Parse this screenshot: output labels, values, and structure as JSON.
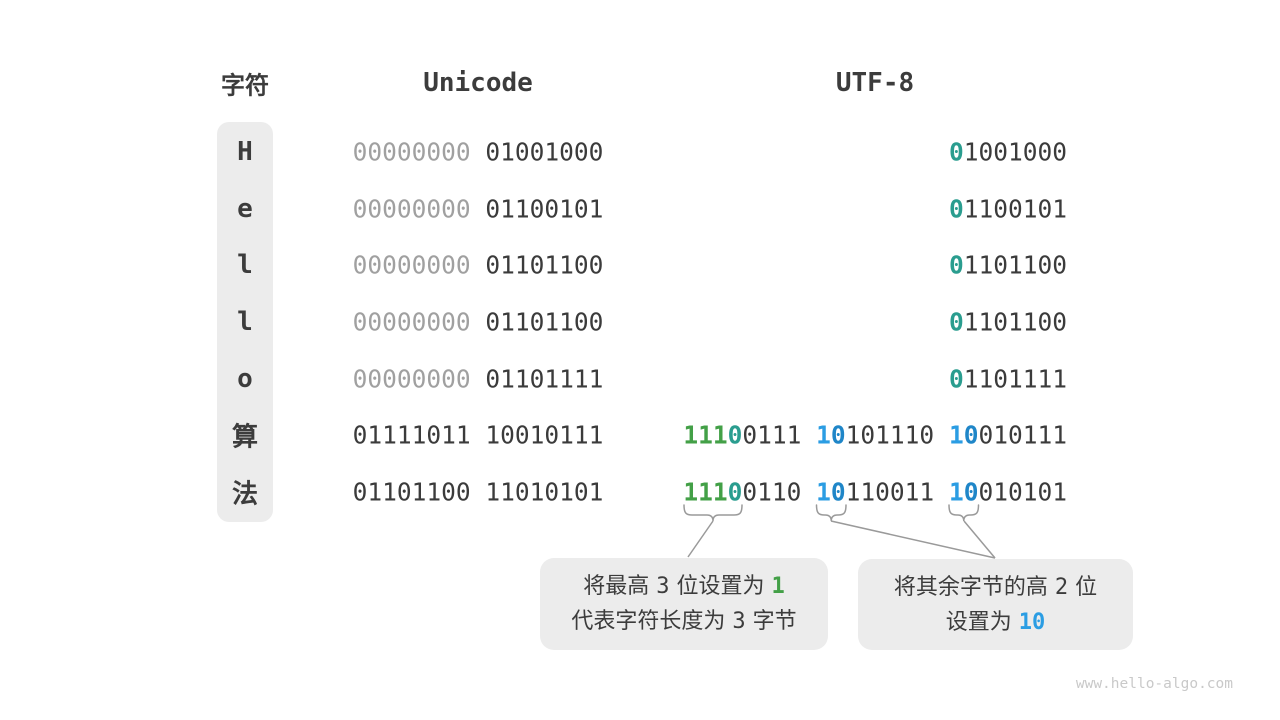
{
  "header": {
    "char": "字符",
    "unicode": "Unicode",
    "utf8": "UTF-8"
  },
  "colors": {
    "dark": "#3b3b3b",
    "gray": "#a0a0a0",
    "green": "#43a047",
    "teal": "#2a9d8f",
    "blue": "#2b9de3",
    "blueDeep": "#1f86c8",
    "text": "#3c3c3c",
    "line": "#9a9a9a",
    "boxBg": "#ececec",
    "watermark": "#c9c9c9"
  },
  "rows": [
    {
      "char": "H",
      "unicode": [
        {
          "t": "00000000",
          "c": "gray"
        },
        {
          "t": " "
        },
        {
          "t": "01001000",
          "c": "dark"
        }
      ],
      "utf8": [
        {
          "t": "0",
          "c": "teal",
          "b": true
        },
        {
          "t": "1001000",
          "c": "dark"
        }
      ]
    },
    {
      "char": "e",
      "unicode": [
        {
          "t": "00000000",
          "c": "gray"
        },
        {
          "t": " "
        },
        {
          "t": "01100101",
          "c": "dark"
        }
      ],
      "utf8": [
        {
          "t": "0",
          "c": "teal",
          "b": true
        },
        {
          "t": "1100101",
          "c": "dark"
        }
      ]
    },
    {
      "char": "l",
      "unicode": [
        {
          "t": "00000000",
          "c": "gray"
        },
        {
          "t": " "
        },
        {
          "t": "01101100",
          "c": "dark"
        }
      ],
      "utf8": [
        {
          "t": "0",
          "c": "teal",
          "b": true
        },
        {
          "t": "1101100",
          "c": "dark"
        }
      ]
    },
    {
      "char": "l",
      "unicode": [
        {
          "t": "00000000",
          "c": "gray"
        },
        {
          "t": " "
        },
        {
          "t": "01101100",
          "c": "dark"
        }
      ],
      "utf8": [
        {
          "t": "0",
          "c": "teal",
          "b": true
        },
        {
          "t": "1101100",
          "c": "dark"
        }
      ]
    },
    {
      "char": "o",
      "unicode": [
        {
          "t": "00000000",
          "c": "gray"
        },
        {
          "t": " "
        },
        {
          "t": "01101111",
          "c": "dark"
        }
      ],
      "utf8": [
        {
          "t": "0",
          "c": "teal",
          "b": true
        },
        {
          "t": "1101111",
          "c": "dark"
        }
      ]
    },
    {
      "char": "算",
      "unicode": [
        {
          "t": "01111011",
          "c": "dark"
        },
        {
          "t": " "
        },
        {
          "t": "10010111",
          "c": "dark"
        }
      ],
      "utf8": [
        {
          "t": "111",
          "c": "green",
          "b": true
        },
        {
          "t": "0",
          "c": "teal",
          "b": true
        },
        {
          "t": "0111",
          "c": "dark"
        },
        {
          "t": " "
        },
        {
          "t": "1",
          "c": "blue",
          "b": true
        },
        {
          "t": "0",
          "c": "blueDeep",
          "b": true
        },
        {
          "t": "101110",
          "c": "dark"
        },
        {
          "t": " "
        },
        {
          "t": "1",
          "c": "blue",
          "b": true
        },
        {
          "t": "0",
          "c": "blueDeep",
          "b": true
        },
        {
          "t": "010111",
          "c": "dark"
        }
      ]
    },
    {
      "char": "法",
      "unicode": [
        {
          "t": "01101100",
          "c": "dark"
        },
        {
          "t": " "
        },
        {
          "t": "11010101",
          "c": "dark"
        }
      ],
      "utf8": [
        {
          "t": "111",
          "c": "green",
          "b": true
        },
        {
          "t": "0",
          "c": "teal",
          "b": true
        },
        {
          "t": "0110",
          "c": "dark"
        },
        {
          "t": " "
        },
        {
          "t": "1",
          "c": "blue",
          "b": true
        },
        {
          "t": "0",
          "c": "blueDeep",
          "b": true
        },
        {
          "t": "110011",
          "c": "dark"
        },
        {
          "t": " "
        },
        {
          "t": "1",
          "c": "blue",
          "b": true
        },
        {
          "t": "0",
          "c": "blueDeep",
          "b": true
        },
        {
          "t": "010101",
          "c": "dark"
        }
      ]
    }
  ],
  "callouts": {
    "left": {
      "line1": [
        {
          "t": "将最高 "
        },
        {
          "t": "3",
          "m": true
        },
        {
          "t": " 位设置为 "
        },
        {
          "t": "1",
          "c": "green",
          "b": true,
          "m": true
        }
      ],
      "line2": [
        {
          "t": "代表字符长度为 "
        },
        {
          "t": "3",
          "m": true
        },
        {
          "t": " 字节"
        }
      ]
    },
    "right": {
      "line1": [
        {
          "t": "将其余字节的高 "
        },
        {
          "t": "2",
          "m": true
        },
        {
          "t": " 位"
        }
      ],
      "line2": [
        {
          "t": "设置为 "
        },
        {
          "t": "10",
          "c": "blue",
          "b": true,
          "m": true
        }
      ]
    }
  },
  "watermark": "www.hello-algo.com"
}
